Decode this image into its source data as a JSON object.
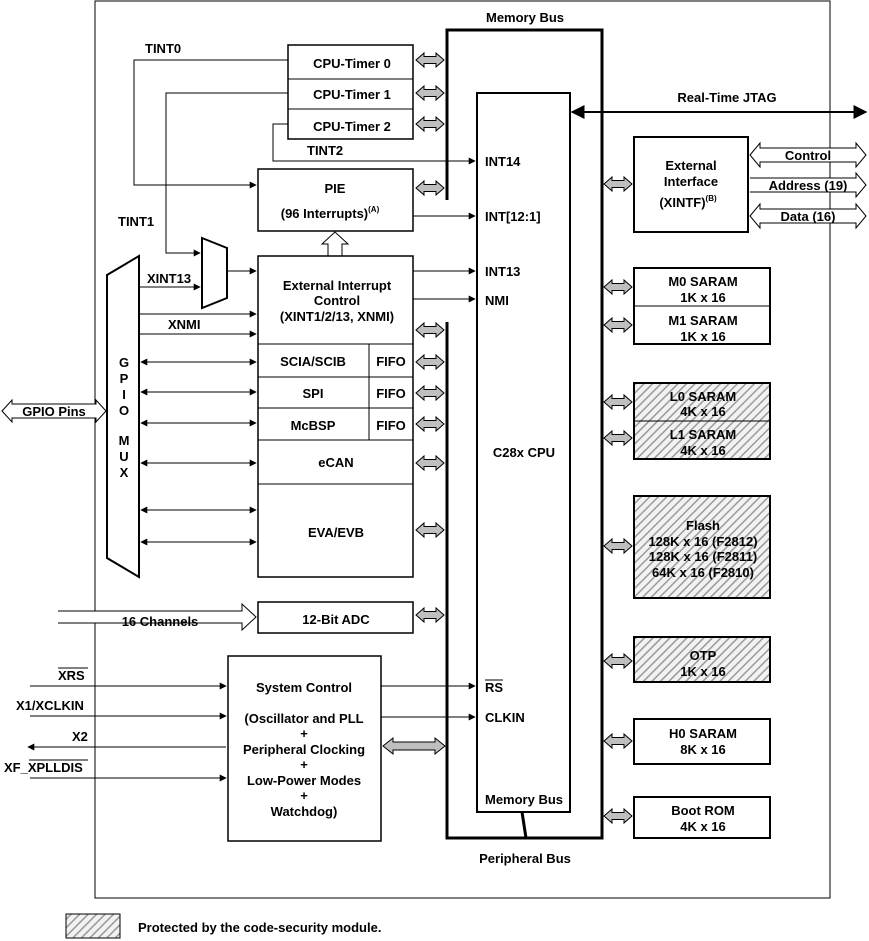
{
  "labels": {
    "memory_bus_top": "Memory Bus",
    "memory_bus_inner": "Memory Bus",
    "peripheral_bus": "Peripheral Bus",
    "realtime_jtag": "Real-Time JTAG",
    "cpu": "C28x CPU",
    "tint0": "TINT0",
    "tint1": "TINT1",
    "tint2": "TINT2",
    "xint13": "XINT13",
    "xnmi": "XNMI",
    "int14": "INT14",
    "int12_1": "INT[12:1]",
    "int13": "INT13",
    "nmi": "NMI",
    "rs": "RS",
    "clkin": "CLKIN",
    "gpio_pins": "GPIO Pins",
    "gpio_mux_letters": [
      "G",
      "P",
      "I",
      "O",
      "M",
      "U",
      "X"
    ],
    "sixteen_channels": "16 Channels",
    "xrs": "XRS",
    "x1_xclkin": "X1/XCLKIN",
    "x2": "X2",
    "xf_prefix": "XF_",
    "xplldis": "XPLLDIS",
    "control": "Control",
    "address": "Address (19)",
    "data": "Data (16)"
  },
  "timers": [
    "CPU-Timer 0",
    "CPU-Timer 1",
    "CPU-Timer 2"
  ],
  "pie": {
    "line1": "PIE",
    "line2": "(96 Interrupts)",
    "sup": "(A)"
  },
  "ext_int": {
    "line1": "External Interrupt",
    "line2": "Control",
    "line3": "(XINT1/2/13, XNMI)"
  },
  "peripherals": {
    "sci": "SCIA/SCIB",
    "spi": "SPI",
    "mcbsp": "McBSP",
    "fifo": "FIFO",
    "ecan": "eCAN",
    "ev": "EVA/EVB",
    "adc": "12-Bit ADC"
  },
  "system_control": [
    "System Control",
    "(Oscillator and PLL",
    "+",
    "Peripheral Clocking",
    "+",
    "Low-Power Modes",
    "+",
    "Watchdog)"
  ],
  "xintf": {
    "line1": "External",
    "line2": "Interface",
    "line3": "(XINTF)",
    "sup": "(B)"
  },
  "memories": {
    "m0": [
      "M0 SARAM",
      "1K x 16"
    ],
    "m1": [
      "M1 SARAM",
      "1K x 16"
    ],
    "l0": [
      "L0 SARAM",
      "4K x 16"
    ],
    "l1": [
      "L1 SARAM",
      "4K x 16"
    ],
    "flash": [
      "Flash",
      "128K x 16 (F2812)",
      "128K x 16 (F2811)",
      "64K x 16 (F2810)"
    ],
    "otp": [
      "OTP",
      "1K x 16"
    ],
    "h0": [
      "H0 SARAM",
      "8K x 16"
    ],
    "boot": [
      "Boot ROM",
      "4K x 16"
    ]
  },
  "legend": "Protected by the code-security module."
}
